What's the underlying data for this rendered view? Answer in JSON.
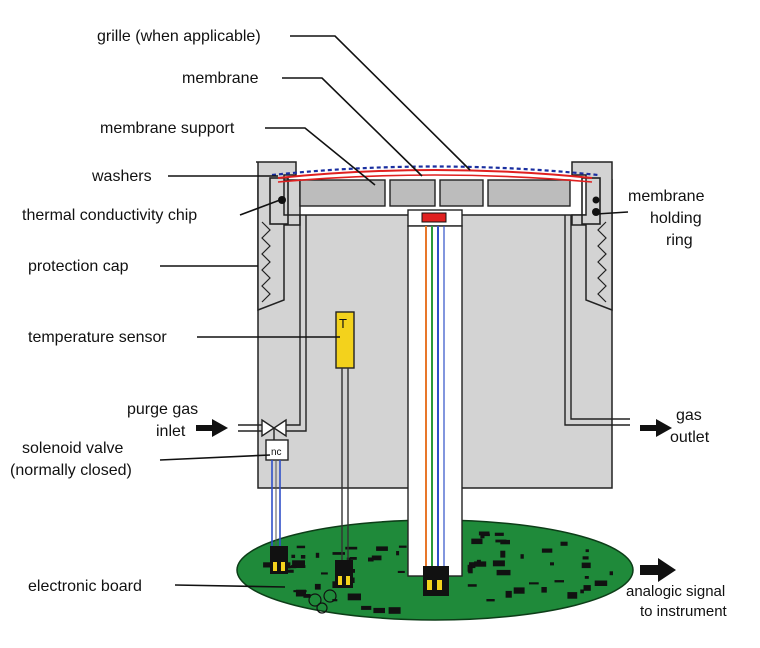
{
  "labels": {
    "grille": "grille (when applicable)",
    "membrane": "membrane",
    "membrane_support": "membrane support",
    "washers": "washers",
    "thermal_chip": "thermal conductivity chip",
    "protection_cap": "protection cap",
    "temperature_sensor": "temperature sensor",
    "purge_gas_line1": "purge gas",
    "purge_gas_line2": "inlet",
    "solenoid_line1": "solenoid valve",
    "solenoid_line2": "(normally closed)",
    "electronic_board": "electronic board",
    "membrane_holding_line1": "membrane",
    "membrane_holding_line2": "holding",
    "membrane_holding_line3": "ring",
    "gas_outlet_line1": "gas",
    "gas_outlet_line2": "outlet",
    "analogic_line1": "analogic signal",
    "analogic_line2": "to instrument",
    "sensor_letter": "T",
    "valve_text": "nc"
  },
  "colors": {
    "body": "#d3d3d3",
    "board": "#1f8a3a",
    "membrane_red": "#e02020",
    "grille_blue": "#1a2fa0",
    "sensor_yellow": "#f3d21c",
    "wire_orange": "#e8772a",
    "wire_green": "#2a9a3a",
    "wire_blue": "#3050c8"
  }
}
